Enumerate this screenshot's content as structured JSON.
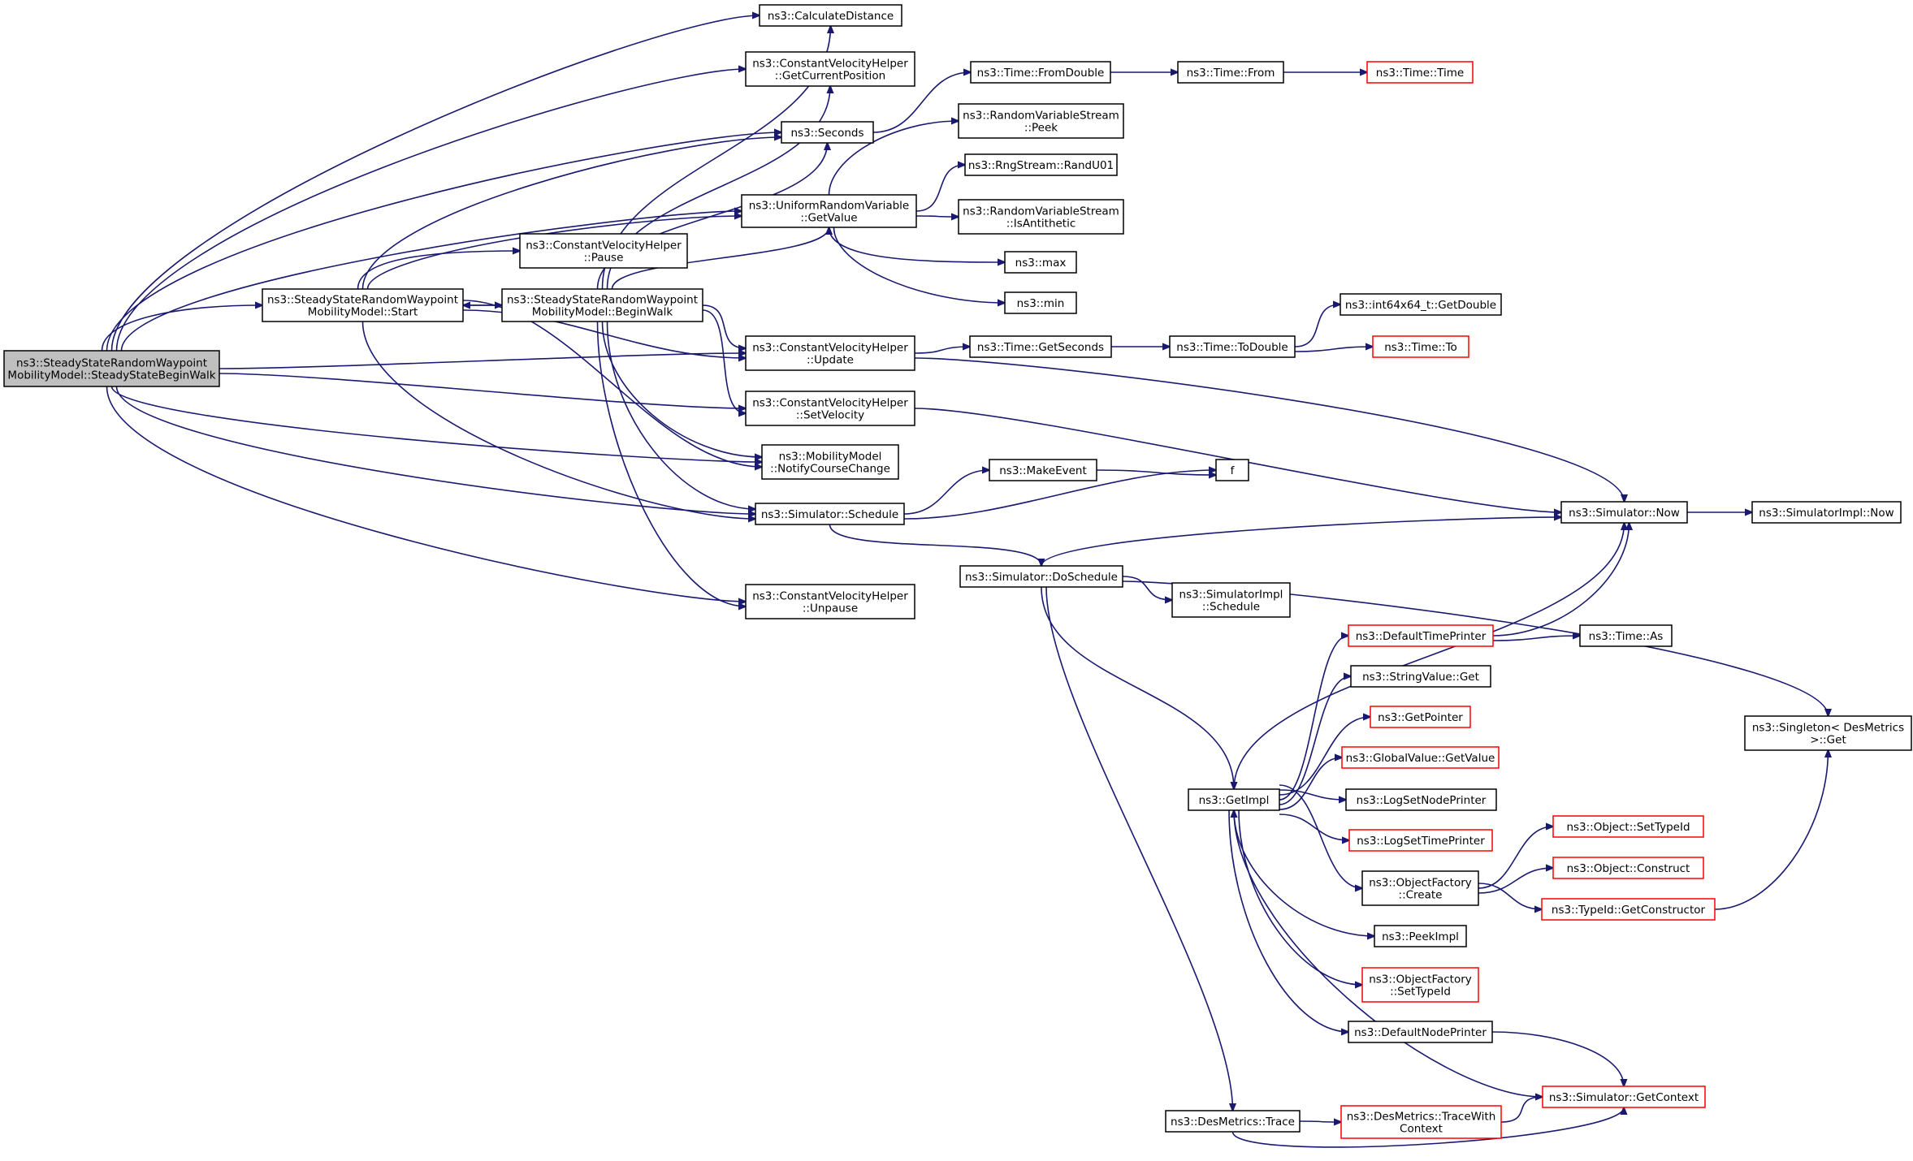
{
  "colors": {
    "edge": "#191970",
    "border": "#000000",
    "external_border": "#ff0000",
    "root_fill": "#bfbfbf",
    "node_fill": "#ffffff"
  },
  "nodes": [
    {
      "id": "root",
      "lines": [
        "ns3::SteadyStateRandomWaypoint",
        "MobilityModel::SteadyStateBeginWalk"
      ],
      "style": "root"
    },
    {
      "id": "calcdist",
      "lines": [
        "ns3::CalculateDistance"
      ],
      "style": "normal"
    },
    {
      "id": "cvh_getpos",
      "lines": [
        "ns3::ConstantVelocityHelper",
        "::GetCurrentPosition"
      ],
      "style": "normal"
    },
    {
      "id": "seconds",
      "lines": [
        "ns3::Seconds"
      ],
      "style": "normal"
    },
    {
      "id": "urv_getvalue",
      "lines": [
        "ns3::UniformRandomVariable",
        "::GetValue"
      ],
      "style": "normal"
    },
    {
      "id": "cvh_pause",
      "lines": [
        "ns3::ConstantVelocityHelper",
        "::Pause"
      ],
      "style": "normal"
    },
    {
      "id": "start",
      "lines": [
        "ns3::SteadyStateRandomWaypoint",
        "MobilityModel::Start"
      ],
      "style": "normal"
    },
    {
      "id": "beginwalk",
      "lines": [
        "ns3::SteadyStateRandomWaypoint",
        "MobilityModel::BeginWalk"
      ],
      "style": "normal"
    },
    {
      "id": "cvh_update",
      "lines": [
        "ns3::ConstantVelocityHelper",
        "::Update"
      ],
      "style": "normal"
    },
    {
      "id": "cvh_setvel",
      "lines": [
        "ns3::ConstantVelocityHelper",
        "::SetVelocity"
      ],
      "style": "normal"
    },
    {
      "id": "notify",
      "lines": [
        "ns3::MobilityModel",
        "::NotifyCourseChange"
      ],
      "style": "normal"
    },
    {
      "id": "sim_schedule",
      "lines": [
        "ns3::Simulator::Schedule"
      ],
      "style": "normal"
    },
    {
      "id": "cvh_unpause",
      "lines": [
        "ns3::ConstantVelocityHelper",
        "::Unpause"
      ],
      "style": "normal"
    },
    {
      "id": "time_fromdouble",
      "lines": [
        "ns3::Time::FromDouble"
      ],
      "style": "normal"
    },
    {
      "id": "time_from",
      "lines": [
        "ns3::Time::From"
      ],
      "style": "normal"
    },
    {
      "id": "time_time",
      "lines": [
        "ns3::Time::Time"
      ],
      "style": "red"
    },
    {
      "id": "rvs_peek",
      "lines": [
        "ns3::RandomVariableStream",
        "::Peek"
      ],
      "style": "normal"
    },
    {
      "id": "rng_randu01",
      "lines": [
        "ns3::RngStream::RandU01"
      ],
      "style": "normal"
    },
    {
      "id": "rvs_isanti",
      "lines": [
        "ns3::RandomVariableStream",
        "::IsAntithetic"
      ],
      "style": "normal"
    },
    {
      "id": "max",
      "lines": [
        "ns3::max"
      ],
      "style": "normal"
    },
    {
      "id": "min",
      "lines": [
        "ns3::min"
      ],
      "style": "normal"
    },
    {
      "id": "time_getseconds",
      "lines": [
        "ns3::Time::GetSeconds"
      ],
      "style": "normal"
    },
    {
      "id": "time_todouble",
      "lines": [
        "ns3::Time::ToDouble"
      ],
      "style": "normal"
    },
    {
      "id": "int64_getdouble",
      "lines": [
        "ns3::int64x64_t::GetDouble"
      ],
      "style": "normal"
    },
    {
      "id": "time_to",
      "lines": [
        "ns3::Time::To"
      ],
      "style": "red"
    },
    {
      "id": "makeevent",
      "lines": [
        "ns3::MakeEvent"
      ],
      "style": "normal"
    },
    {
      "id": "f",
      "lines": [
        "f"
      ],
      "style": "normal"
    },
    {
      "id": "sim_now",
      "lines": [
        "ns3::Simulator::Now"
      ],
      "style": "normal"
    },
    {
      "id": "simimpl_now",
      "lines": [
        "ns3::SimulatorImpl::Now"
      ],
      "style": "normal"
    },
    {
      "id": "sim_doschedule",
      "lines": [
        "ns3::Simulator::DoSchedule"
      ],
      "style": "normal"
    },
    {
      "id": "simimpl_schedule",
      "lines": [
        "ns3::SimulatorImpl",
        "::Schedule"
      ],
      "style": "normal"
    },
    {
      "id": "defaulttimeprinter",
      "lines": [
        "ns3::DefaultTimePrinter"
      ],
      "style": "red"
    },
    {
      "id": "time_as",
      "lines": [
        "ns3::Time::As"
      ],
      "style": "normal"
    },
    {
      "id": "stringvalue_get",
      "lines": [
        "ns3::StringValue::Get"
      ],
      "style": "normal"
    },
    {
      "id": "getpointer",
      "lines": [
        "ns3::GetPointer"
      ],
      "style": "red"
    },
    {
      "id": "globalvalue_getvalue",
      "lines": [
        "ns3::GlobalValue::GetValue"
      ],
      "style": "red"
    },
    {
      "id": "singleton_get",
      "lines": [
        "ns3::Singleton< DesMetrics",
        ">::Get"
      ],
      "style": "normal"
    },
    {
      "id": "getimpl",
      "lines": [
        "ns3::GetImpl"
      ],
      "style": "normal"
    },
    {
      "id": "logsetnodeprinter",
      "lines": [
        "ns3::LogSetNodePrinter"
      ],
      "style": "normal"
    },
    {
      "id": "logsettimeprinter",
      "lines": [
        "ns3::LogSetTimePrinter"
      ],
      "style": "red"
    },
    {
      "id": "object_settypeid",
      "lines": [
        "ns3::Object::SetTypeId"
      ],
      "style": "red"
    },
    {
      "id": "objectfactory_create",
      "lines": [
        "ns3::ObjectFactory",
        "::Create"
      ],
      "style": "normal"
    },
    {
      "id": "object_construct",
      "lines": [
        "ns3::Object::Construct"
      ],
      "style": "red"
    },
    {
      "id": "typeid_getconstructor",
      "lines": [
        "ns3::TypeId::GetConstructor"
      ],
      "style": "red"
    },
    {
      "id": "peekimpl",
      "lines": [
        "ns3::PeekImpl"
      ],
      "style": "normal"
    },
    {
      "id": "objectfactory_settypeid",
      "lines": [
        "ns3::ObjectFactory",
        "::SetTypeId"
      ],
      "style": "red"
    },
    {
      "id": "defaultnodeprinter",
      "lines": [
        "ns3::DefaultNodePrinter"
      ],
      "style": "normal"
    },
    {
      "id": "sim_getcontext",
      "lines": [
        "ns3::Simulator::GetContext"
      ],
      "style": "red"
    },
    {
      "id": "desmetrics_trace",
      "lines": [
        "ns3::DesMetrics::Trace"
      ],
      "style": "normal"
    },
    {
      "id": "desmetrics_tracewithcontext",
      "lines": [
        "ns3::DesMetrics::TraceWith",
        "Context"
      ],
      "style": "red"
    }
  ],
  "edges": [
    [
      "root",
      "calcdist"
    ],
    [
      "root",
      "cvh_getpos"
    ],
    [
      "root",
      "seconds"
    ],
    [
      "root",
      "urv_getvalue"
    ],
    [
      "root",
      "start"
    ],
    [
      "root",
      "cvh_update"
    ],
    [
      "root",
      "cvh_setvel"
    ],
    [
      "root",
      "notify"
    ],
    [
      "root",
      "sim_schedule"
    ],
    [
      "root",
      "cvh_unpause"
    ],
    [
      "start",
      "seconds"
    ],
    [
      "start",
      "urv_getvalue"
    ],
    [
      "start",
      "cvh_pause"
    ],
    [
      "start",
      "beginwalk"
    ],
    [
      "start",
      "cvh_update"
    ],
    [
      "start",
      "notify"
    ],
    [
      "start",
      "sim_schedule"
    ],
    [
      "beginwalk",
      "start"
    ],
    [
      "beginwalk",
      "calcdist"
    ],
    [
      "beginwalk",
      "cvh_getpos"
    ],
    [
      "beginwalk",
      "seconds"
    ],
    [
      "beginwalk",
      "urv_getvalue"
    ],
    [
      "beginwalk",
      "cvh_update"
    ],
    [
      "beginwalk",
      "cvh_setvel"
    ],
    [
      "beginwalk",
      "notify"
    ],
    [
      "beginwalk",
      "sim_schedule"
    ],
    [
      "beginwalk",
      "cvh_unpause"
    ],
    [
      "seconds",
      "time_fromdouble"
    ],
    [
      "time_fromdouble",
      "time_from"
    ],
    [
      "time_from",
      "time_time"
    ],
    [
      "urv_getvalue",
      "rvs_peek"
    ],
    [
      "urv_getvalue",
      "rng_randu01"
    ],
    [
      "urv_getvalue",
      "rvs_isanti"
    ],
    [
      "urv_getvalue",
      "max"
    ],
    [
      "urv_getvalue",
      "min"
    ],
    [
      "cvh_update",
      "time_getseconds"
    ],
    [
      "cvh_update",
      "sim_now"
    ],
    [
      "time_getseconds",
      "time_todouble"
    ],
    [
      "time_todouble",
      "int64_getdouble"
    ],
    [
      "time_todouble",
      "time_to"
    ],
    [
      "cvh_setvel",
      "sim_now"
    ],
    [
      "sim_schedule",
      "makeevent"
    ],
    [
      "sim_schedule",
      "f"
    ],
    [
      "sim_schedule",
      "sim_doschedule"
    ],
    [
      "makeevent",
      "f"
    ],
    [
      "sim_doschedule",
      "sim_now"
    ],
    [
      "sim_doschedule",
      "simimpl_schedule"
    ],
    [
      "sim_doschedule",
      "singleton_get"
    ],
    [
      "sim_doschedule",
      "getimpl"
    ],
    [
      "sim_doschedule",
      "desmetrics_trace"
    ],
    [
      "sim_now",
      "simimpl_now"
    ],
    [
      "getimpl",
      "sim_now"
    ],
    [
      "getimpl",
      "defaulttimeprinter"
    ],
    [
      "getimpl",
      "stringvalue_get"
    ],
    [
      "getimpl",
      "getpointer"
    ],
    [
      "getimpl",
      "globalvalue_getvalue"
    ],
    [
      "getimpl",
      "logsetnodeprinter"
    ],
    [
      "getimpl",
      "logsettimeprinter"
    ],
    [
      "getimpl",
      "objectfactory_create"
    ],
    [
      "getimpl",
      "peekimpl"
    ],
    [
      "getimpl",
      "objectfactory_settypeid"
    ],
    [
      "getimpl",
      "defaultnodeprinter"
    ],
    [
      "defaulttimeprinter",
      "sim_now"
    ],
    [
      "defaulttimeprinter",
      "time_as"
    ],
    [
      "objectfactory_create",
      "object_settypeid"
    ],
    [
      "objectfactory_create",
      "object_construct"
    ],
    [
      "objectfactory_create",
      "typeid_getconstructor"
    ],
    [
      "typeid_getconstructor",
      "singleton_get"
    ],
    [
      "defaultnodeprinter",
      "sim_getcontext"
    ],
    [
      "sim_getcontext",
      "getimpl"
    ],
    [
      "desmetrics_trace",
      "desmetrics_tracewithcontext"
    ],
    [
      "desmetrics_trace",
      "sim_getcontext"
    ],
    [
      "desmetrics_tracewithcontext",
      "sim_getcontext"
    ]
  ]
}
